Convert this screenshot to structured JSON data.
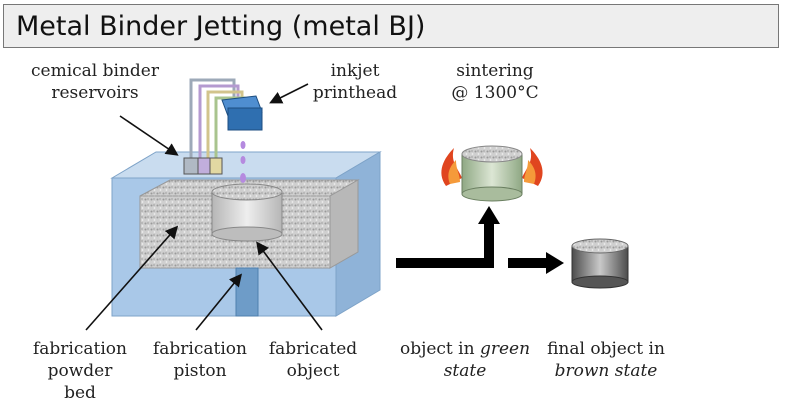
{
  "title": "Metal Binder Jetting (metal BJ)",
  "labels": {
    "reservoirs_l1": "cemical binder",
    "reservoirs_l2": "reservoirs",
    "printhead_l1": "inkjet",
    "printhead_l2": "printhead",
    "sintering_l1": "sintering",
    "sintering_l2": "@ 1300°C",
    "bed_l1": "fabrication",
    "bed_l2": "powder",
    "bed_l3": "bed",
    "piston_l1": "fabrication",
    "piston_l2": "piston",
    "fab_obj_l1": "fabricated",
    "fab_obj_l2": "object",
    "green_l1_a": "object in ",
    "green_l1_b": "green",
    "green_l2": "state",
    "final_l1": "final object in",
    "final_l2": "brown state"
  },
  "colors": {
    "tank": "#a9c8e8",
    "powder": "#c8c8c8",
    "printhead": "#2f6fb0",
    "flame": "#e0451f",
    "arrow": "#000000"
  }
}
